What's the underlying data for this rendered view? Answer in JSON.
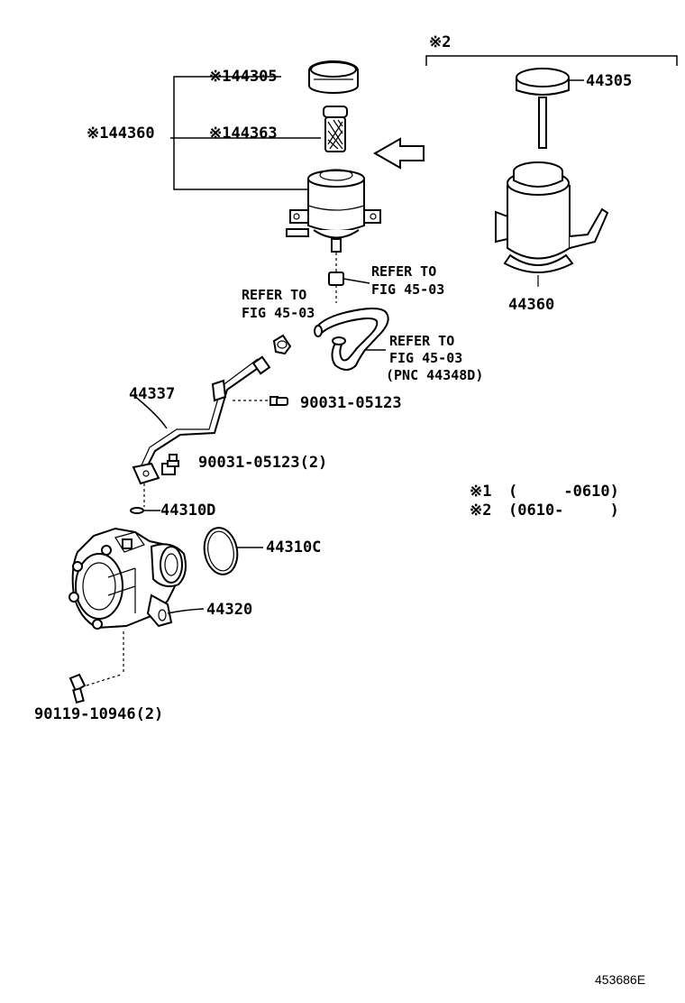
{
  "callouts": {
    "variant2_header": "※2",
    "cap_v1": "※144305",
    "tank_assy_v1": "※144360",
    "strainer_v1": "※144363",
    "cap_v2": "44305",
    "tank_v2": "44360",
    "tube": "44337",
    "bolt_hose_clamp": "90031-05123",
    "bolt_tube_flange": "90031-05123(2)",
    "oring_small": "44310D",
    "oring_large": "44310C",
    "pump": "44320",
    "pump_bolt": "90119-10946(2)"
  },
  "references": {
    "ref1": {
      "line1": "REFER TO",
      "line2": "FIG 45-03"
    },
    "ref2": {
      "line1": "REFER TO",
      "line2": "FIG 45-03"
    },
    "ref3": {
      "line1": "REFER TO",
      "line2": "FIG 45-03",
      "line3": "(PNC 44348D)"
    }
  },
  "notes": [
    {
      "mark": "※1",
      "range": "(     -0610)"
    },
    {
      "mark": "※2",
      "range": "(0610-     )"
    }
  ],
  "figure_code": "453686E",
  "colors": {
    "ink": "#000000",
    "paper": "#ffffff"
  }
}
